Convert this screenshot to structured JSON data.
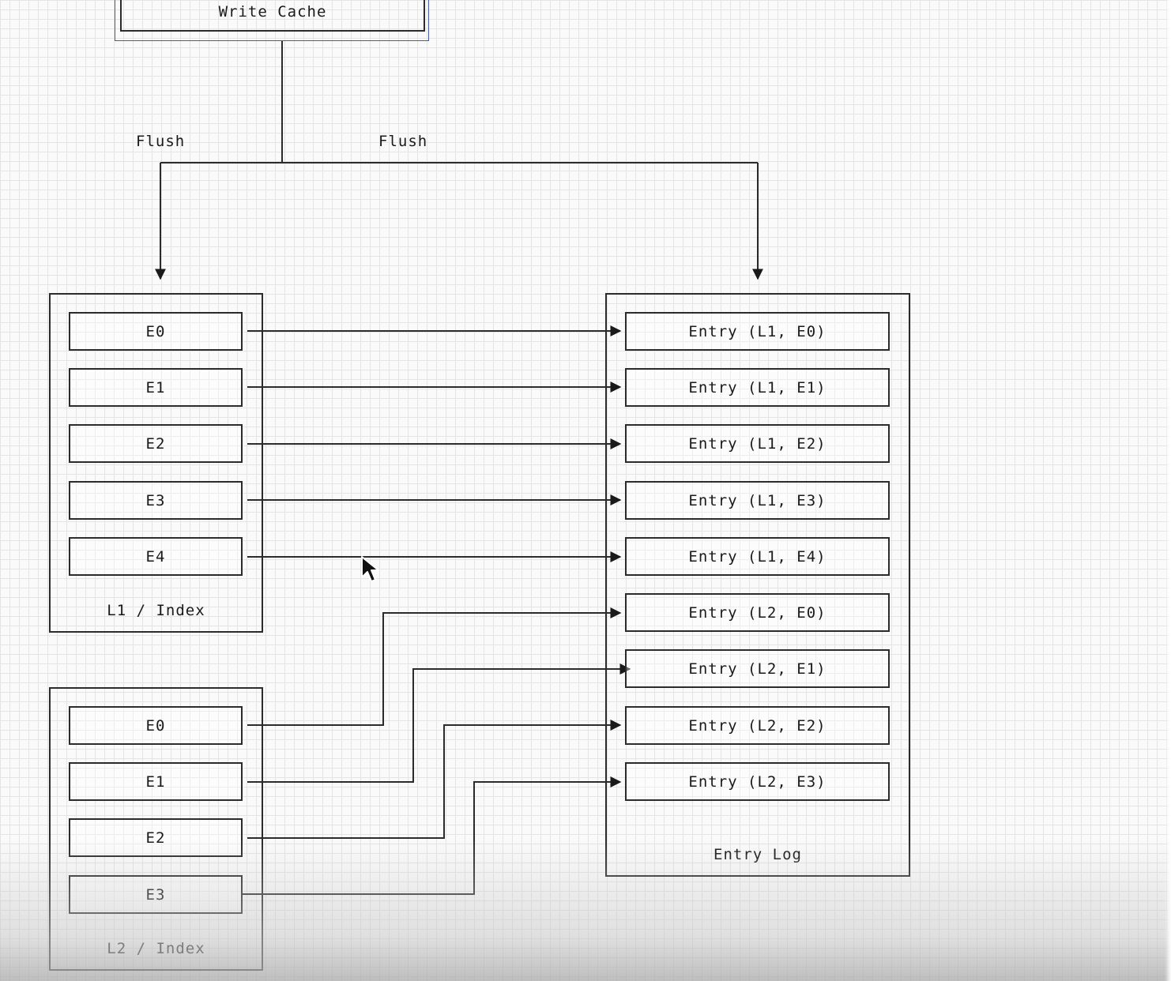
{
  "write_cache": {
    "label": "Write Cache"
  },
  "flush_labels": [
    "Flush",
    "Flush"
  ],
  "l1_index": {
    "caption": "L1 / Index",
    "entries": [
      "E0",
      "E1",
      "E2",
      "E3",
      "E4"
    ]
  },
  "l2_index": {
    "caption": "L2 / Index",
    "entries": [
      "E0",
      "E1",
      "E2",
      "E3"
    ]
  },
  "entry_log": {
    "caption": "Entry Log",
    "entries": [
      "Entry (L1, E0)",
      "Entry (L1, E1)",
      "Entry (L1, E2)",
      "Entry (L1, E3)",
      "Entry (L1, E4)",
      "Entry (L2, E0)",
      "Entry (L2, E1)",
      "Entry (L2, E2)",
      "Entry (L2, E3)"
    ]
  },
  "colors": {
    "stroke": "#2b2b2b",
    "grid": "#e4e4e4",
    "selection": "#4a5aa8"
  }
}
